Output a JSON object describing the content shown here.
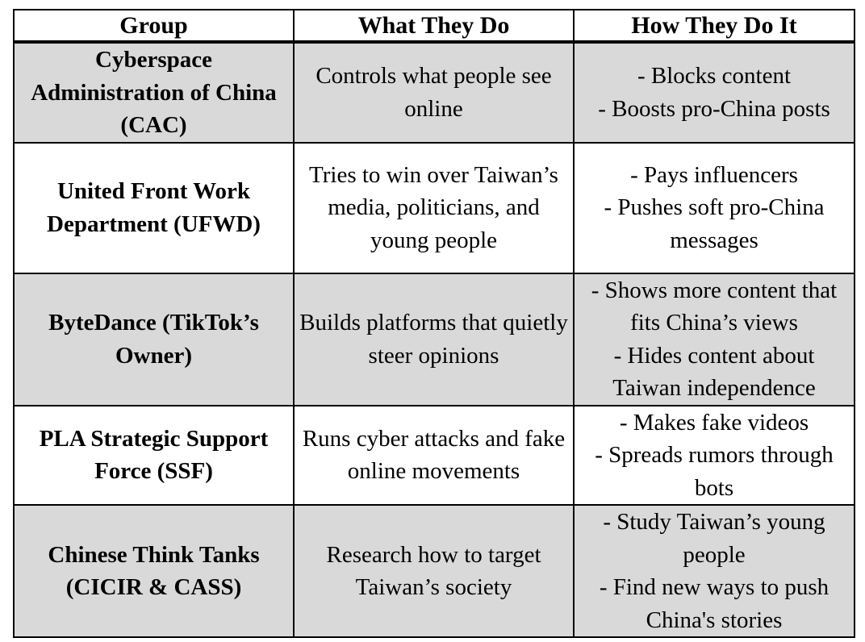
{
  "headers": {
    "group": "Group",
    "what": "What They Do",
    "how": "How They Do It"
  },
  "rows": [
    {
      "group": "Cyberspace Administration of China (CAC)",
      "what": "Controls what people see online",
      "how": [
        "- Blocks content",
        "- Boosts pro-China posts"
      ]
    },
    {
      "group": "United Front Work Department (UFWD)",
      "what": "Tries to win over Taiwan’s media, politicians, and young people",
      "how": [
        "- Pays influencers",
        "- Pushes soft pro-China messages"
      ]
    },
    {
      "group": "ByteDance (TikTok’s Owner)",
      "what": "Builds platforms that quietly steer opinions",
      "how": [
        "- Shows more content that fits China’s views",
        "- Hides content about Taiwan independence"
      ]
    },
    {
      "group": "PLA Strategic Support Force (SSF)",
      "what": "Runs cyber attacks and fake online movements",
      "how": [
        "- Makes fake videos",
        "- Spreads rumors through bots"
      ]
    },
    {
      "group": "Chinese Think Tanks (CICIR & CASS)",
      "what": "Research how to target Taiwan’s society",
      "how": [
        "- Study Taiwan’s young people",
        "- Find new ways to push China's stories"
      ]
    }
  ]
}
